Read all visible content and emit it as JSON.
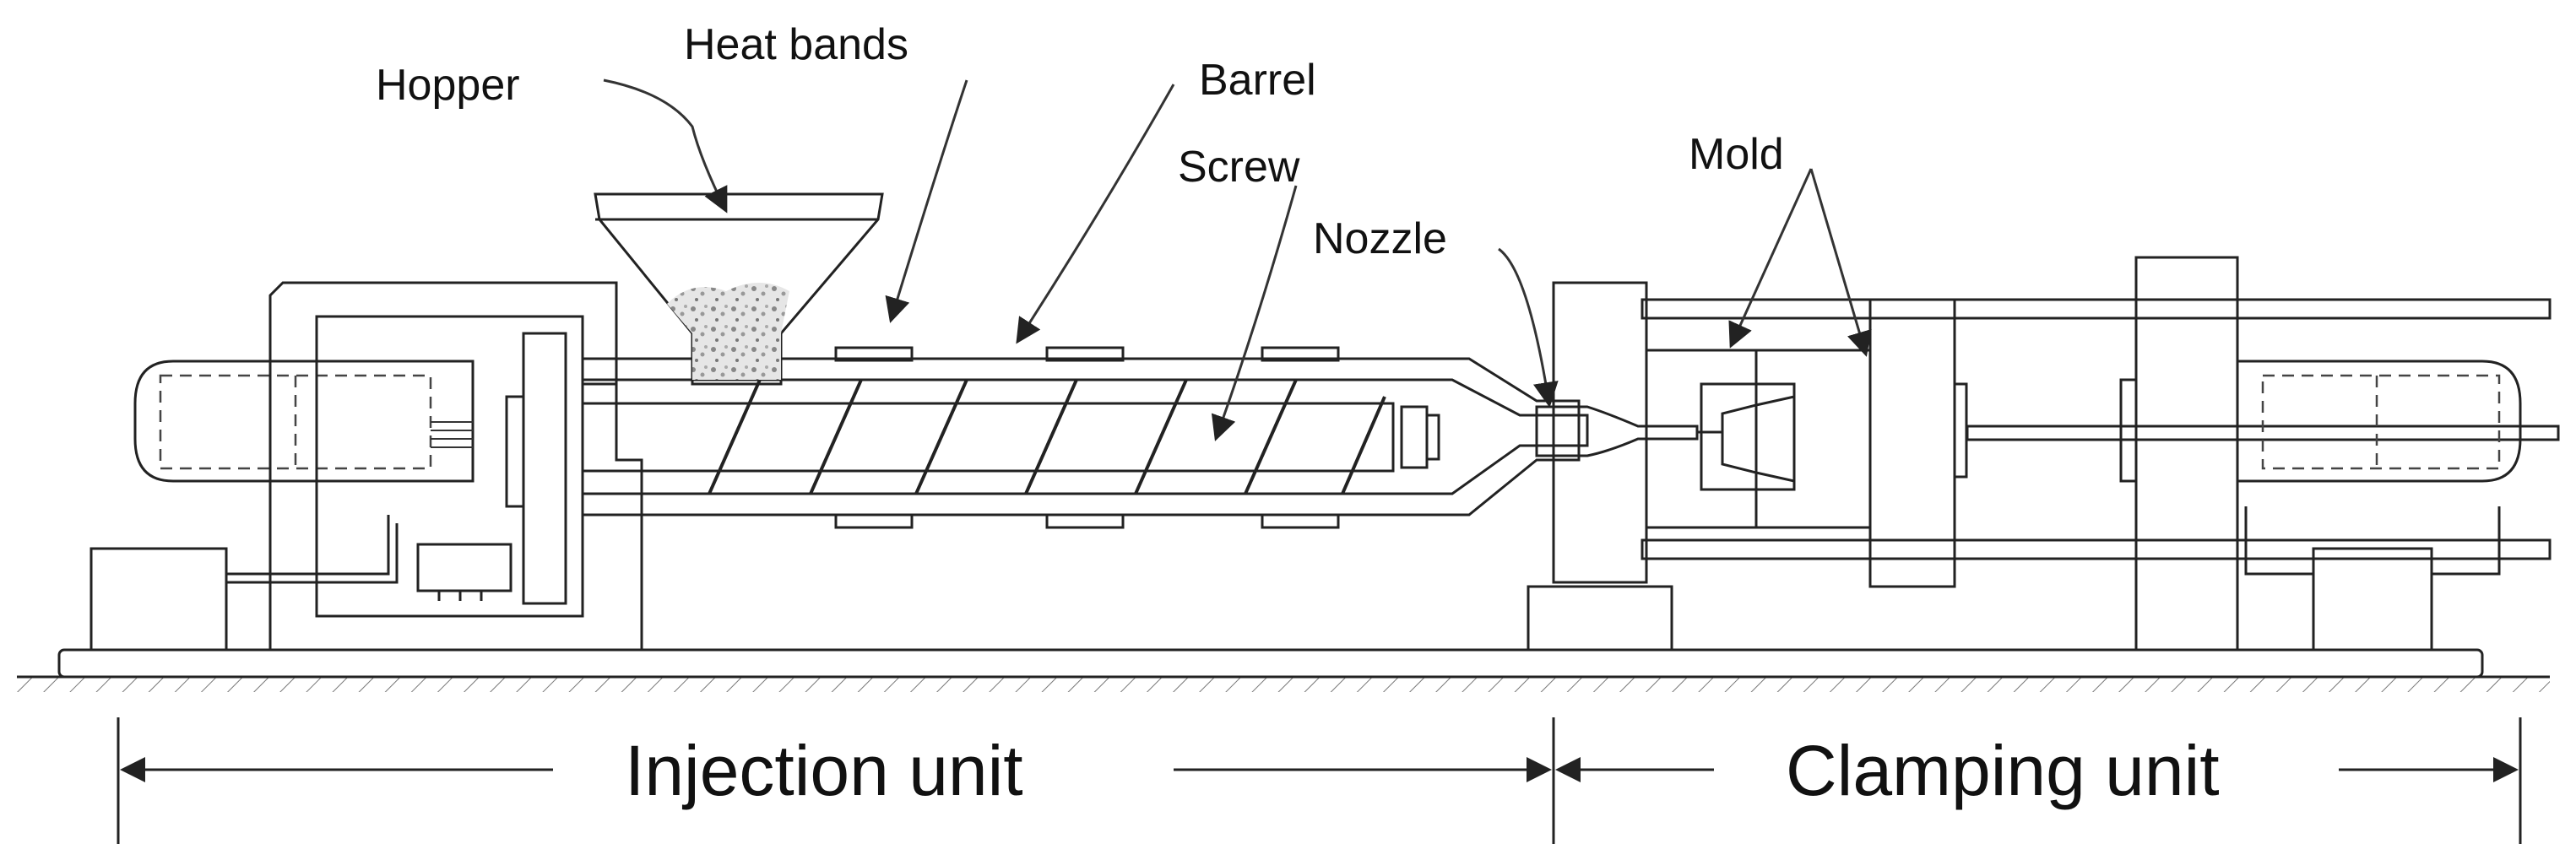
{
  "labels": {
    "hopper": "Hopper",
    "heat_bands": "Heat bands",
    "barrel": "Barrel",
    "screw": "Screw",
    "nozzle": "Nozzle",
    "mold": "Mold"
  },
  "units": {
    "injection": "Injection unit",
    "clamping": "Clamping unit"
  },
  "colors": {
    "line": "#222222",
    "melt_fill": "#c8c8c8",
    "background": "#ffffff"
  }
}
